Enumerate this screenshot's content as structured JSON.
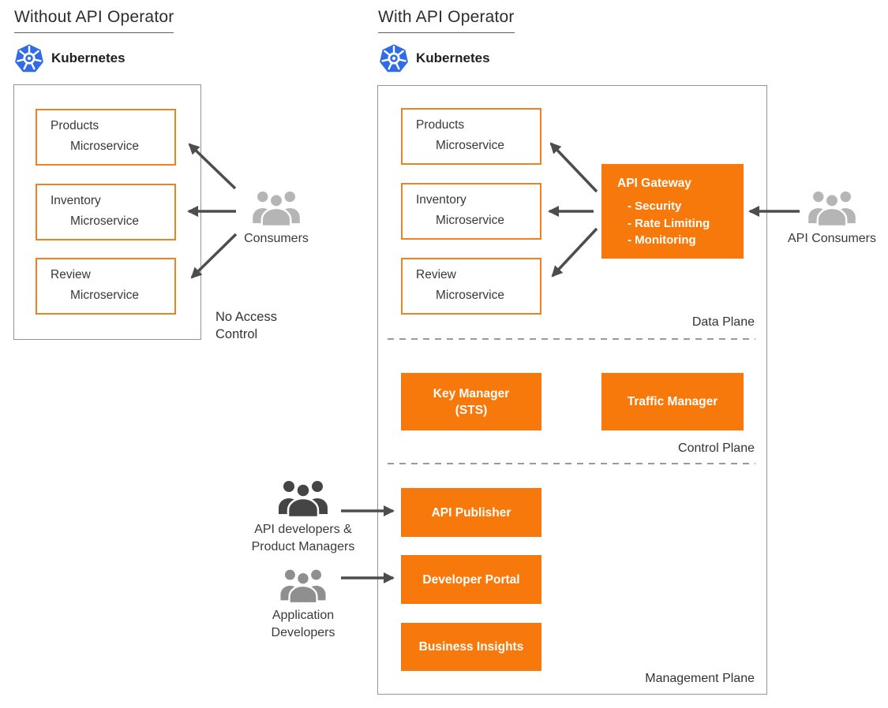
{
  "left": {
    "title": "Without API Operator",
    "kubernetes_label": "Kubernetes",
    "services": [
      {
        "name": "Products",
        "type": "Microservice"
      },
      {
        "name": "Inventory",
        "type": "Microservice"
      },
      {
        "name": "Review",
        "type": "Microservice"
      }
    ],
    "consumers_label": "Consumers",
    "note": "No Access Control"
  },
  "right": {
    "title": "With API Operator",
    "kubernetes_label": "Kubernetes",
    "services": [
      {
        "name": "Products",
        "type": "Microservice"
      },
      {
        "name": "Inventory",
        "type": "Microservice"
      },
      {
        "name": "Review",
        "type": "Microservice"
      }
    ],
    "api_gateway": {
      "title": "API Gateway",
      "features": [
        "- Security",
        "- Rate Limiting",
        "- Monitoring"
      ]
    },
    "api_consumers_label": "API Consumers",
    "data_plane_label": "Data Plane",
    "control_plane_label": "Control Plane",
    "management_plane_label": "Management Plane",
    "key_manager": {
      "line1": "Key Manager",
      "line2": "(STS)"
    },
    "traffic_manager_label": "Traffic Manager",
    "api_publisher_label": "API Publisher",
    "developer_portal_label": "Developer Portal",
    "business_insights_label": "Business Insights",
    "api_developers_label": "API developers & Product Managers",
    "app_developers_label": "Application Developers"
  },
  "colors": {
    "orange": "#F8790B",
    "orange_border": "#EE8220",
    "kubernetes_blue": "#326CE5",
    "arrow_gray": "#4D4D4D",
    "panel_border": "#949494",
    "consumers_icon_gray": "#B5B5B5",
    "app_developers_icon_gray": "#8F8F8F",
    "api_developers_icon_gray": "#454545"
  }
}
